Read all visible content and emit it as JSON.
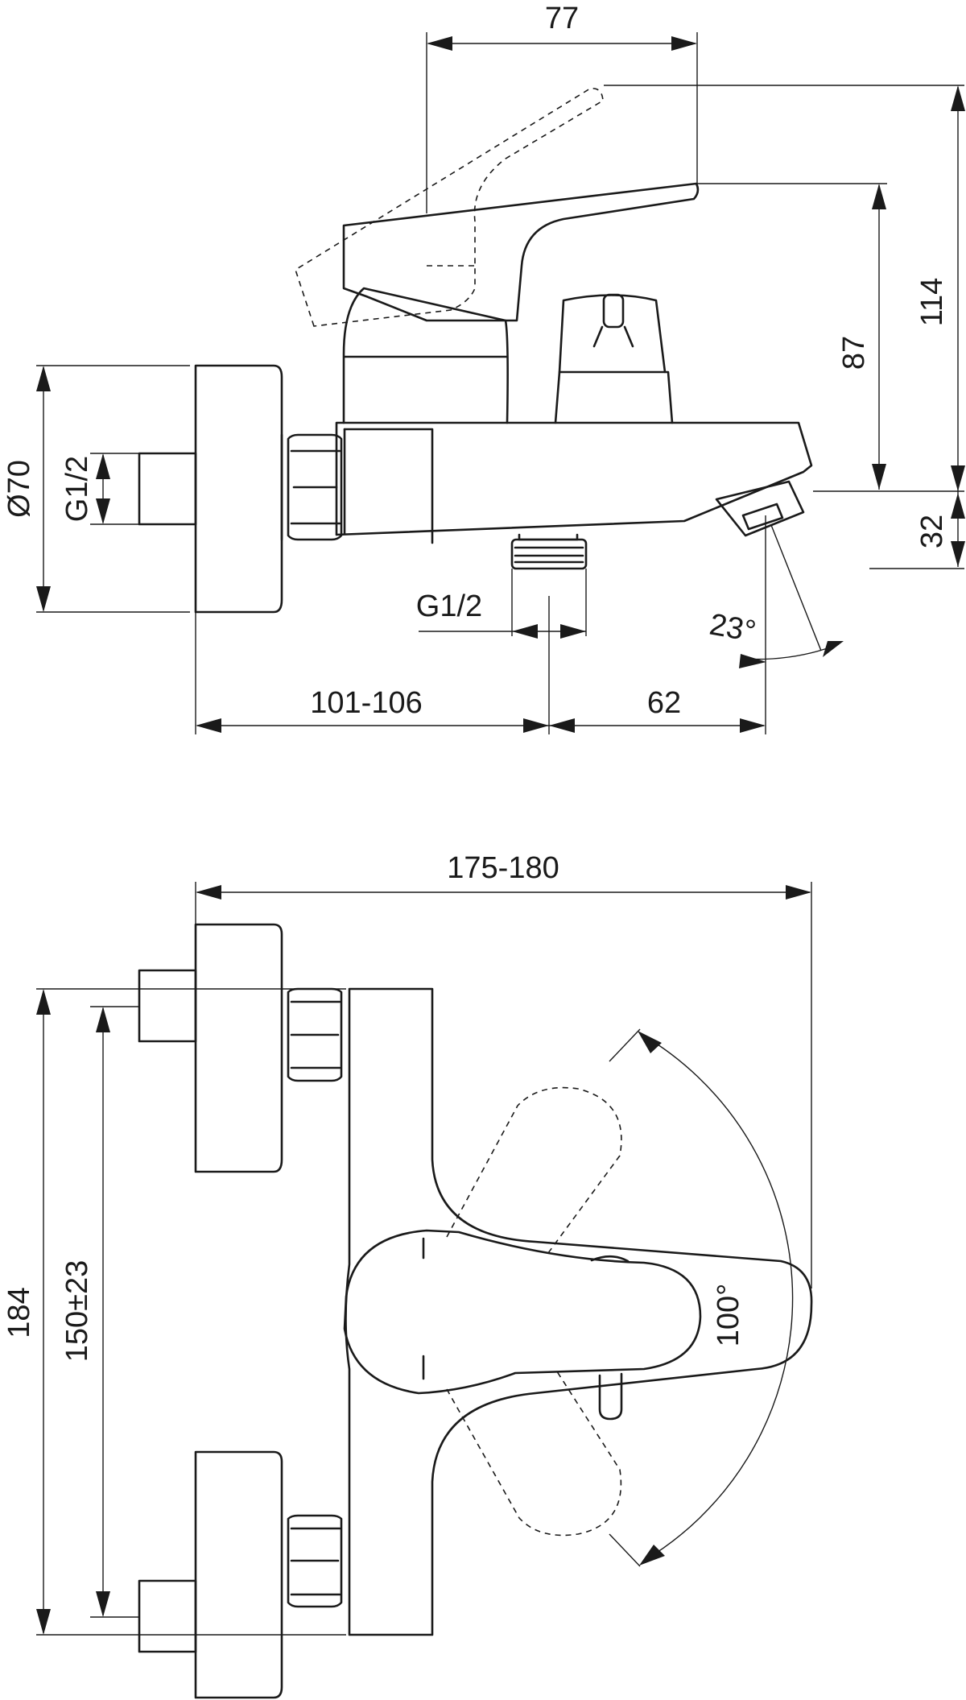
{
  "side_view": {
    "dim_lever_reach": "77",
    "dim_top_height": "114",
    "dim_spout_height": "87",
    "dim_outlet_height": "32",
    "dim_rosette_diameter": "Ø70",
    "dim_inlet_thread": "G1/2",
    "dim_outlet_thread": "G1/2",
    "dim_spout_angle": "23°",
    "dim_wall_to_outlet": "101-106",
    "dim_outlet_to_spout": "62"
  },
  "top_view": {
    "dim_total_depth": "175-180",
    "dim_total_width": "184",
    "dim_inlet_spacing": "150±23",
    "dim_lever_rotation": "100°"
  }
}
